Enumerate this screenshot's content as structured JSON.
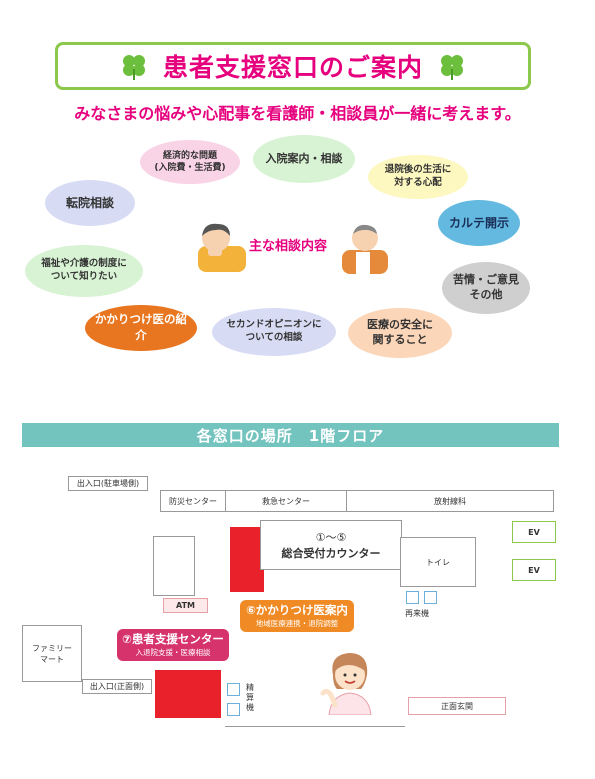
{
  "header": {
    "title": "患者支援窓口のご案内",
    "subtitle": "みなさまの悩みや心配事を看護師・相談員が一緒に考えます。"
  },
  "consult": {
    "center_label": "主な相談内容",
    "bubbles": [
      {
        "id": "economic",
        "line1": "経済的な問題",
        "line2": "(入院費・生活費)"
      },
      {
        "id": "admission",
        "line1": "入院案内・相談"
      },
      {
        "id": "after-discharge",
        "line1": "退院後の生活に",
        "line2": "対する心配"
      },
      {
        "id": "transfer",
        "line1": "転院相談"
      },
      {
        "id": "records",
        "line1": "カルテ開示"
      },
      {
        "id": "welfare",
        "line1": "福祉や介護の制度に",
        "line2": "ついて知りたい"
      },
      {
        "id": "complaints",
        "line1": "苦情・ご意見",
        "line2": "その他"
      },
      {
        "id": "family-doctor",
        "line1": "かかりつけ医の紹介"
      },
      {
        "id": "second-opinion",
        "line1": "セカンドオピニオンに",
        "line2": "ついての相談"
      },
      {
        "id": "safety",
        "line1": "医療の安全に",
        "line2": "関すること"
      }
    ]
  },
  "floor": {
    "heading": "各窓口の場所　1階フロア",
    "entrance_parking": "出入口(駐車場側)",
    "entrance_front": "出入口(正面側)",
    "disaster_center": "防災センター",
    "emergency_center": "救急センター",
    "radiology": "放射線科",
    "counter_range": "①～⑤",
    "counter_name": "総合受付カウンター",
    "toilet": "トイレ",
    "ev1": "EV",
    "ev2": "EV",
    "revisit": "再来機",
    "atm": "ATM",
    "family_mart_1": "ファミリー",
    "family_mart_2": "マート",
    "payment": "精算機",
    "front_entrance": "正面玄関",
    "kakaritsuke_main": "⑥かかりつけ医案内",
    "kakaritsuke_sub": "地域医療連携・退院調整",
    "support_main": "⑦患者支援センター",
    "support_sub": "入退院支援・医療相談"
  },
  "colors": {
    "accent_pink": "#e6007e",
    "title_border": "#8cc84b",
    "band": "#73c3bf",
    "red_area": "#e8212b",
    "orange": "#f08a24",
    "magenta_callout": "#d6336c"
  }
}
